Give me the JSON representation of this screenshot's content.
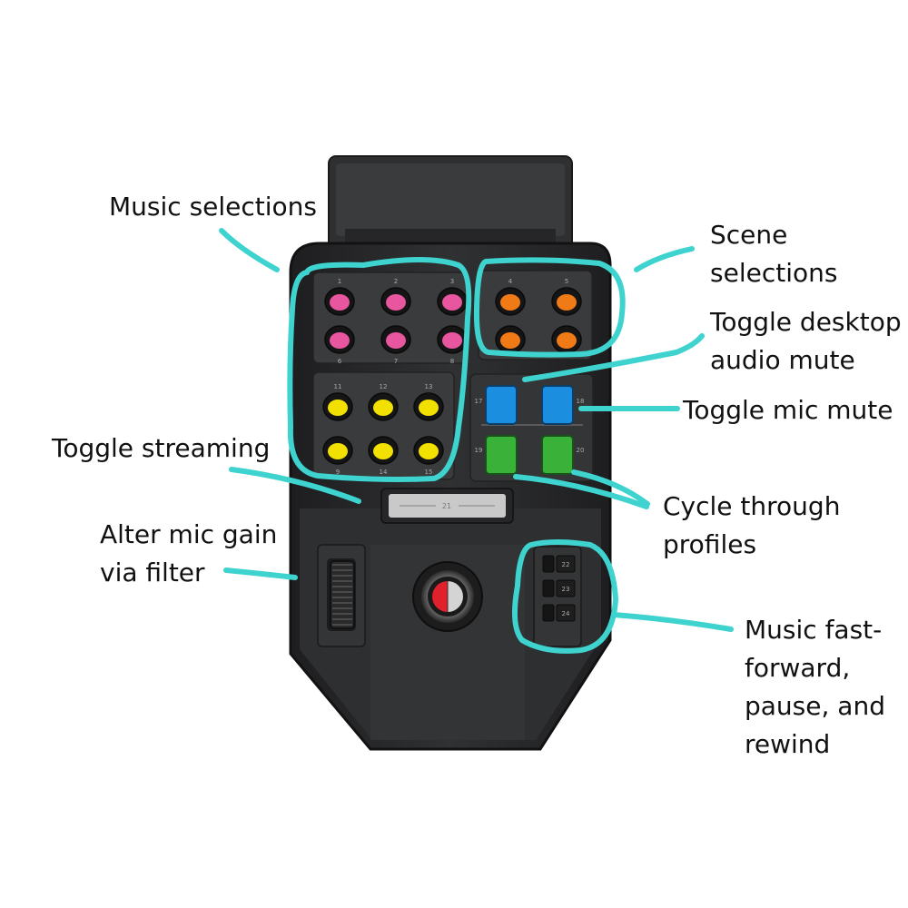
{
  "colors": {
    "annotation": "#3fd3cf",
    "device_body": "#2b2b2d",
    "panel": "#3a3b3d",
    "pink": "#e8569f",
    "yellow": "#f2e100",
    "orange": "#f07a16",
    "blue": "#1c8ee0",
    "green": "#3ab23a",
    "knob_red": "#e0202a",
    "knob_gray": "#d4d4d4"
  },
  "labels": {
    "music_selections": "Music selections",
    "scene_selections": [
      "Scene",
      "selections"
    ],
    "toggle_desktop_audio_mute": [
      "Toggle desktop",
      "audio mute"
    ],
    "toggle_mic_mute": "Toggle mic mute",
    "toggle_streaming": "Toggle streaming",
    "cycle_through_profiles": [
      "Cycle through",
      "profiles"
    ],
    "alter_mic_gain": [
      "Alter mic gain",
      "via filter"
    ],
    "music_transport": [
      "Music fast-",
      "forward,",
      "pause, and",
      "rewind"
    ]
  },
  "device": {
    "pink_numbers_top": [
      "1",
      "2",
      "3"
    ],
    "pink_numbers_bottom": [
      "6",
      "7",
      "8"
    ],
    "orange_numbers_top": [
      "4",
      "5"
    ],
    "yellow_numbers_top": [
      "11",
      "12",
      "13"
    ],
    "yellow_numbers_bottom": [
      "9",
      "14",
      "15"
    ],
    "rocker_numbers_top": [
      "17",
      "18"
    ],
    "rocker_numbers_bottom": [
      "19",
      "20"
    ],
    "stream_bar_label": "21",
    "transport_buttons": [
      "22",
      "23",
      "24"
    ]
  }
}
